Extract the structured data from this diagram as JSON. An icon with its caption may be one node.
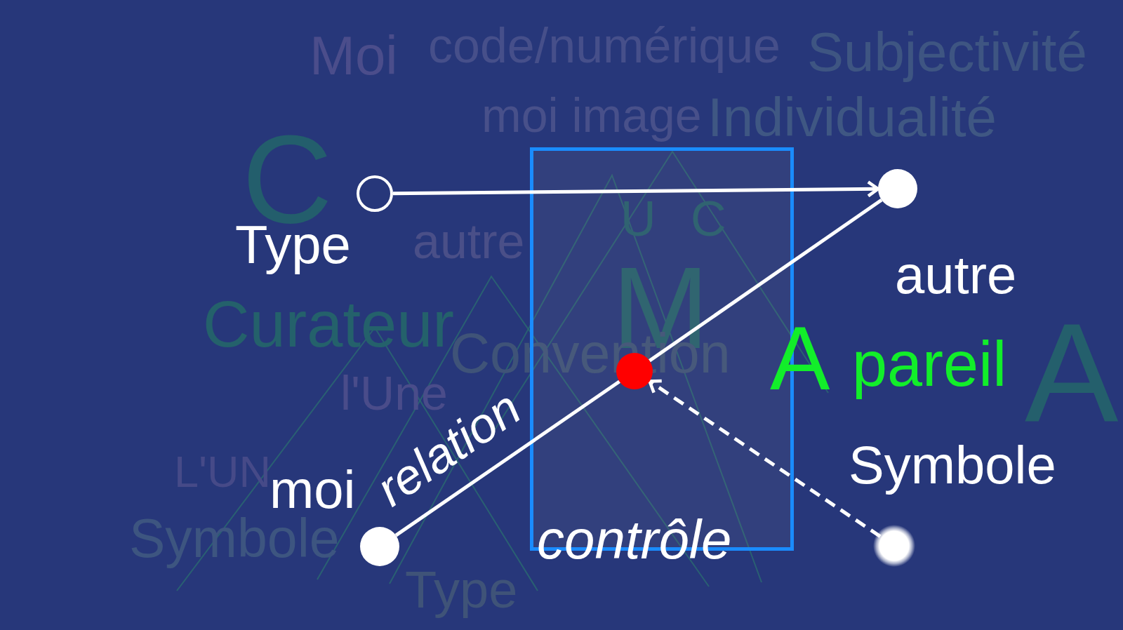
{
  "diagram": {
    "nodes": [
      {
        "text": [],
        "shape": "circle",
        "beside": [
          "Type"
        ]
      },
      {
        "text": [],
        "shape": "circle",
        "beside": [
          "autre"
        ]
      },
      {
        "text": [
          "contrôle"
        ]
      },
      {
        "text": [],
        "shape": "circle",
        "in": 2
      },
      {
        "text": [],
        "shape": "circle",
        "beside": [
          "moi"
        ]
      },
      {
        "text": [],
        "shape": "circle",
        "beside": [
          "Symbole"
        ]
      }
    ],
    "edges": [
      {
        "from": 0,
        "to": 1,
        "arrow": "to"
      },
      {
        "from": 4,
        "to": 3,
        "arrow": "none",
        "label": "relation"
      },
      {
        "from": 3,
        "to": 1,
        "arrow": "none"
      },
      {
        "from": 5,
        "to": 3,
        "arrow": "to",
        "style": "dashed"
      }
    ],
    "labels": [
      "Moi",
      "code/numérique",
      "Subjectivité",
      "C",
      "moi image",
      "U",
      "C",
      "Individualité",
      "autre",
      "Curateur",
      "M",
      "A",
      "Convention",
      "pareil",
      "l'Une",
      "A",
      "Type",
      "L'UN",
      "Symbole"
    ]
  }
}
